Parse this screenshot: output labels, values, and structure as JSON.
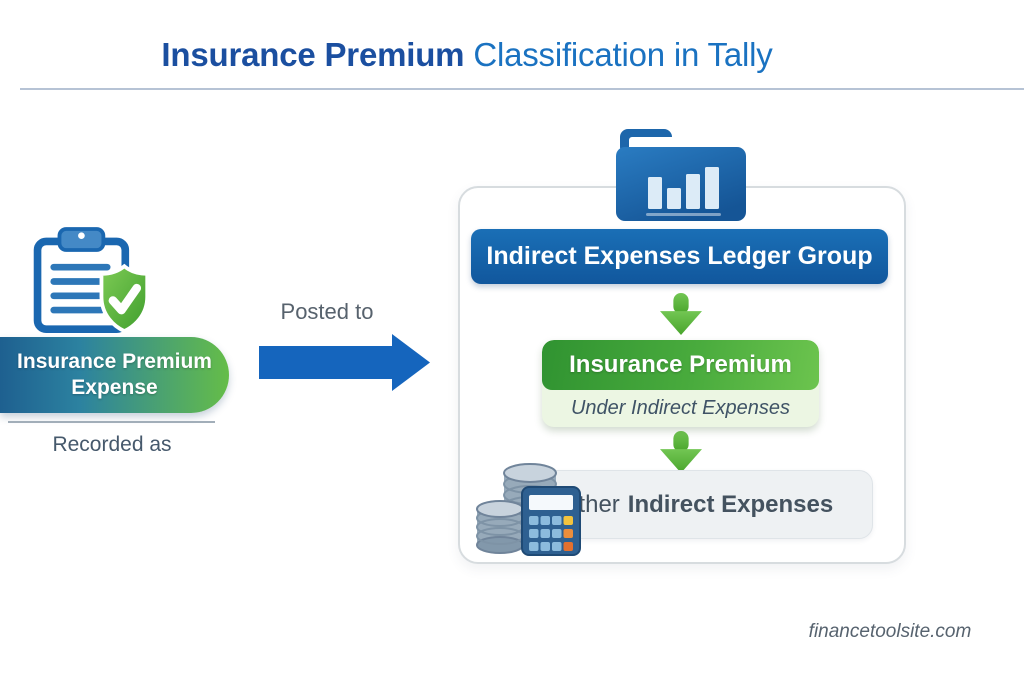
{
  "title": {
    "emphasis": "Insurance Premium",
    "rest": "Classification in Tally"
  },
  "left_flow": {
    "expense_card": {
      "line1": "Insurance Premium",
      "line2": "Expense"
    },
    "caption": "Recorded as",
    "icon": "clipboard-shield-check-icon"
  },
  "connector": {
    "label": "Posted to",
    "icon": "right-arrow-icon"
  },
  "ledger_panel": {
    "folder_icon": "folder-bar-chart-icon",
    "group_header": "Indirect Expenses Ledger Group",
    "insurance_card": {
      "title": "Insurance Premium",
      "subtitle": "Under Indirect Expenses"
    },
    "other_row": {
      "prefix": "Other",
      "emphasis": "Indirect Expenses",
      "icon": "coins-calculator-icon"
    }
  },
  "footer": {
    "watermark": "financetoolsite.com"
  },
  "colors": {
    "title_blue": "#1b4fa0",
    "title_light_blue": "#1a72c1",
    "header_bar_blue": "#1565ad",
    "arrow_blue": "#1565bd",
    "flow_green": "#5cb83e",
    "card_green_dark": "#309331",
    "card_green_light": "#6cc44e",
    "pill_gradient_left": "#1e6090",
    "pill_gradient_right": "#65bd48",
    "muted_text": "#46596c"
  }
}
